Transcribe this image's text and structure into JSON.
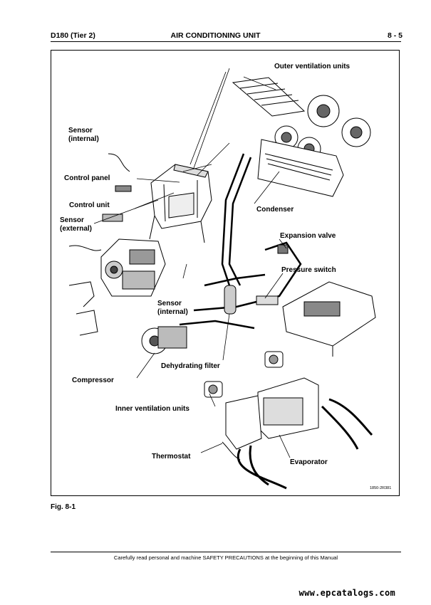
{
  "header": {
    "model": "D180 (Tier 2)",
    "section": "AIR CONDITIONING UNIT",
    "page": "8 - 5"
  },
  "figure": {
    "labels": {
      "outer_ventilation_units": "Outer ventilation units",
      "sensor_internal_top": "Sensor\n(internal)",
      "control_panel": "Control panel",
      "control_unit": "Control unit",
      "sensor_external": "Sensor\n(external)",
      "condenser": "Condenser",
      "expansion_valve": "Expansion valve",
      "pressure_switch": "Pressure switch",
      "sensor_internal_mid": "Sensor\n(internal)",
      "dehydrating_filter": "Dehydrating filter",
      "compressor": "Compressor",
      "inner_ventilation_units": "Inner ventilation units",
      "thermostat": "Thermostat",
      "evaporator": "Evaporator"
    },
    "code": "1850-2R381",
    "caption": "Fig. 8-1"
  },
  "footer": {
    "note": "Carefully read personal and machine SAFETY PRECAUTIONS at the beginning of this Manual",
    "watermark": "www.epcatalogs.com"
  }
}
